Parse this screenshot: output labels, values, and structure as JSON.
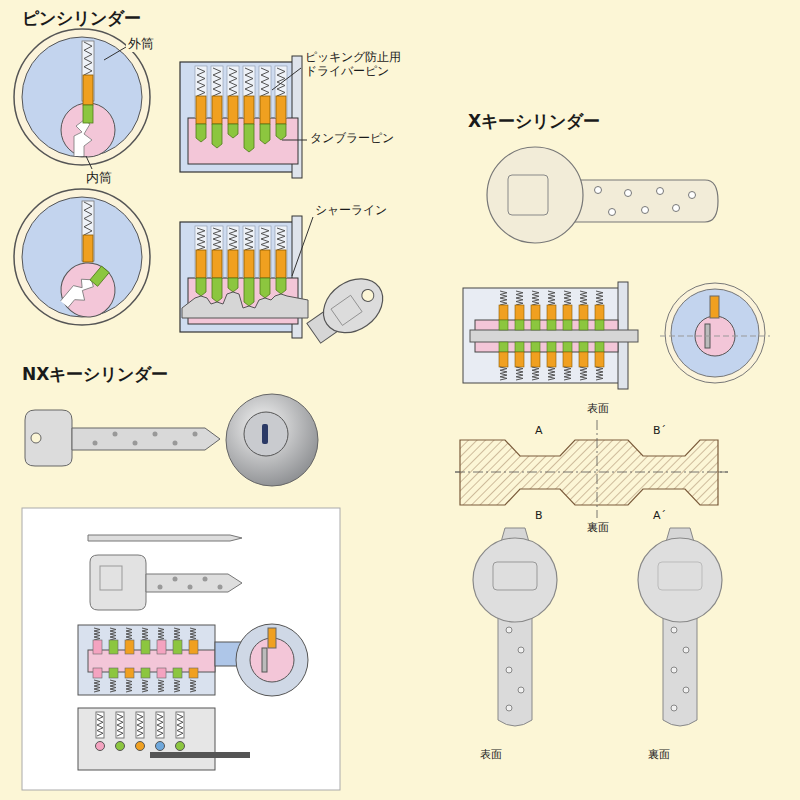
{
  "diagram": {
    "labels": [
      "ピンシリンダー",
      "外筒",
      "ピッキング防止用 ドライバーピン",
      "タンブラーピン",
      "内筒",
      "シャーライン",
      "Xキーシリンダー",
      "NXキーシリンダー",
      "表面",
      "A",
      "B´",
      "B",
      "裏面",
      "A´",
      "表面",
      "裏面"
    ]
  }
}
